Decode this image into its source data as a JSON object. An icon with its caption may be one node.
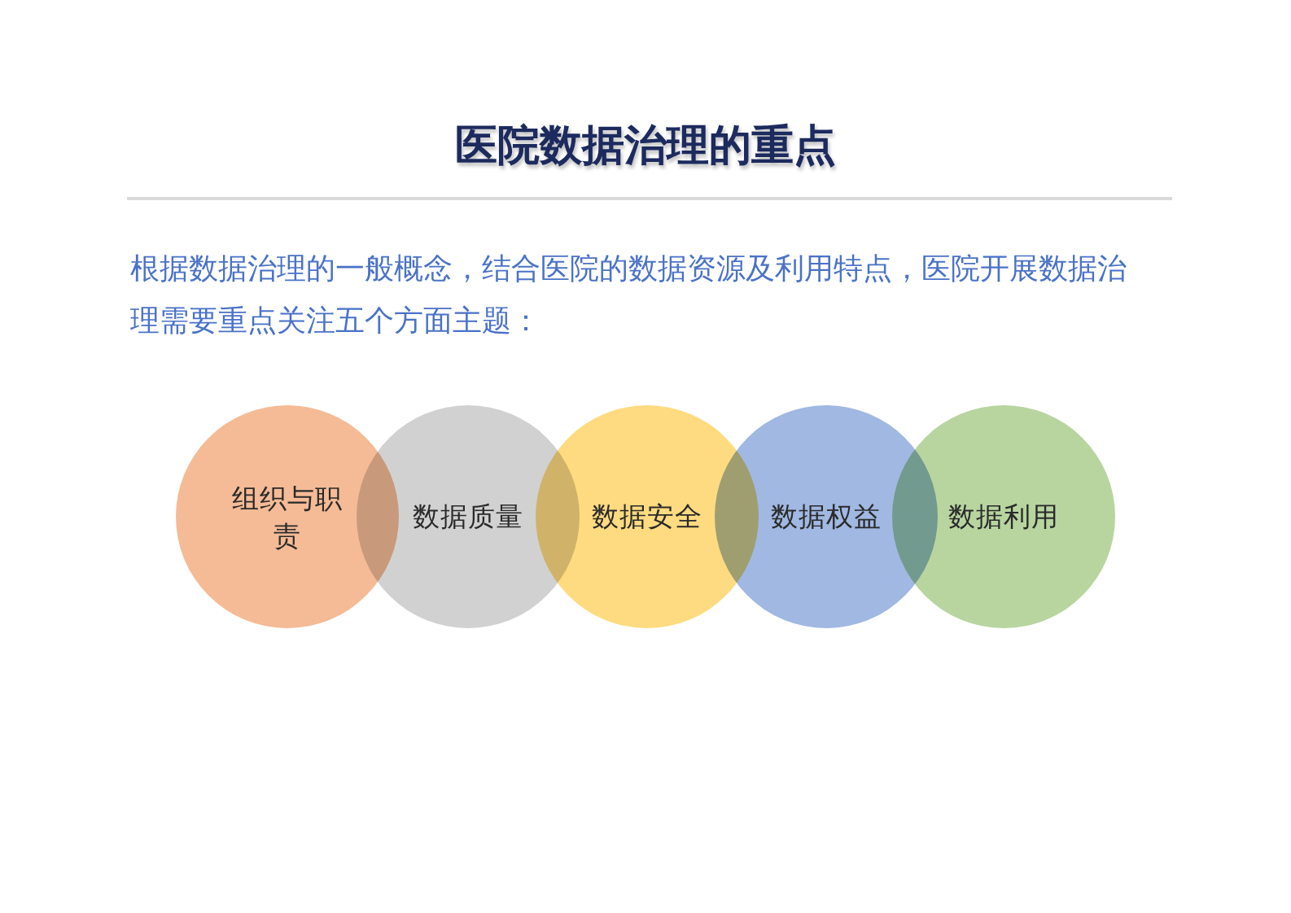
{
  "diagram": {
    "title": "医院数据治理的重点",
    "nodes": [
      {
        "text": [
          "组织与职责"
        ]
      },
      {
        "text": [
          "数据质量"
        ]
      },
      {
        "text": [
          "数据安全"
        ]
      },
      {
        "text": [
          "数据权益"
        ]
      },
      {
        "text": [
          "数据利用"
        ]
      }
    ],
    "labels": [
      "根据数据治理的一般概念，结合医院的数据资源及利用特点，医院开展数据治理需要重点关注五个方面主题："
    ]
  }
}
